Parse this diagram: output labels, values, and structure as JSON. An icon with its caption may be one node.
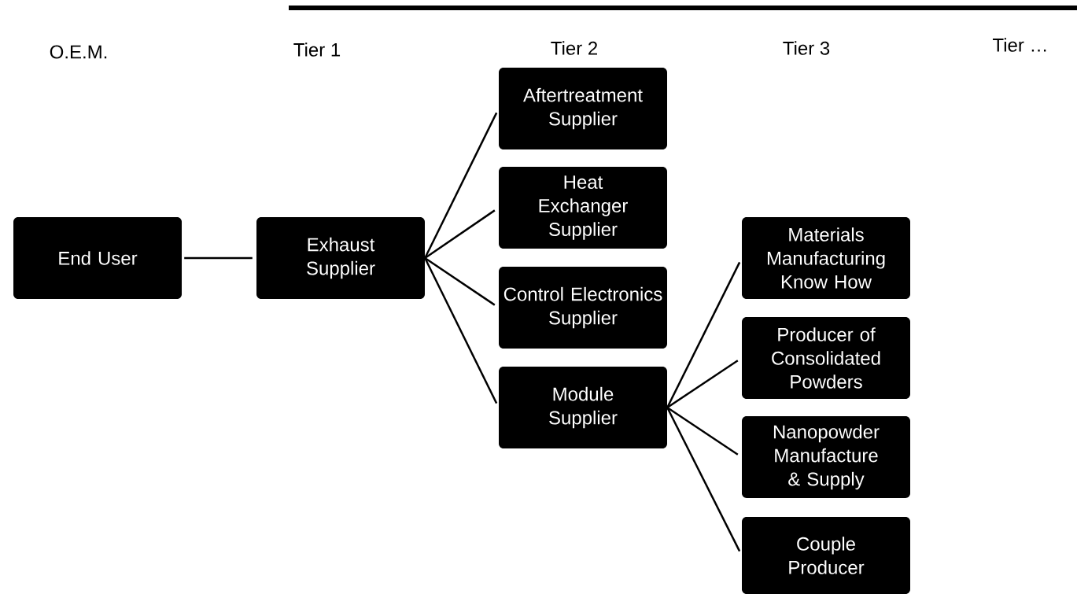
{
  "diagram": {
    "nodes": [
      {
        "text": [
          "End User"
        ]
      },
      {
        "text": [
          "Exhaust Supplier"
        ]
      },
      {
        "text": [
          "Aftertreatment Supplier"
        ]
      },
      {
        "text": [
          "Heat Exchanger Supplier"
        ]
      },
      {
        "text": [
          "Control Electronics Supplier"
        ]
      },
      {
        "text": [
          "Module Supplier"
        ]
      },
      {
        "text": [
          "Materials Manufacturing Know How"
        ]
      },
      {
        "text": [
          "Producer of Consolidated Powders"
        ]
      },
      {
        "text": [
          "Nanopowder Manufacture & Supply"
        ]
      },
      {
        "text": [
          "Couple Producer"
        ]
      }
    ],
    "edges": [
      {
        "from": 0,
        "to": 1,
        "arrow": "none"
      },
      {
        "from": 1,
        "to": 2,
        "arrow": "none"
      },
      {
        "from": 1,
        "to": 3,
        "arrow": "none"
      },
      {
        "from": 1,
        "to": 4,
        "arrow": "none"
      },
      {
        "from": 1,
        "to": 5,
        "arrow": "none"
      },
      {
        "from": 5,
        "to": 6,
        "arrow": "none"
      },
      {
        "from": 5,
        "to": 7,
        "arrow": "none"
      },
      {
        "from": 5,
        "to": 8,
        "arrow": "none"
      },
      {
        "from": 5,
        "to": 9,
        "arrow": "none"
      }
    ],
    "labels": [
      "O.E.M.",
      "Tier 1",
      "Tier 2",
      "Tier 3",
      "Tier …"
    ]
  }
}
